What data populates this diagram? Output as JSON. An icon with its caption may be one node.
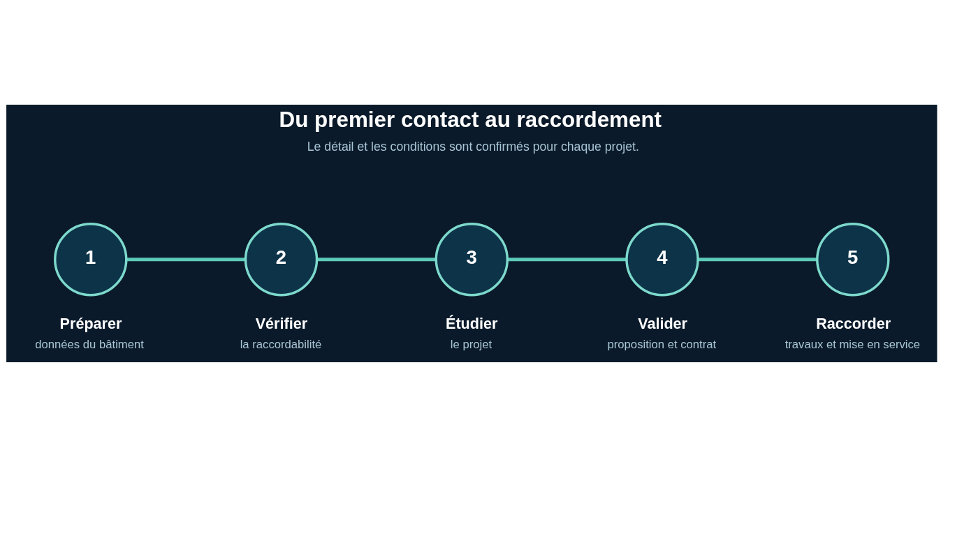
{
  "diagram": {
    "title": "Du premier contact au raccordement",
    "caption": "Le détail et les conditions sont confirmés pour chaque projet.",
    "nodes": [
      {
        "text": [
          "1"
        ],
        "beside": [
          "Préparer",
          "données du bâtiment"
        ]
      },
      {
        "text": [
          "2"
        ],
        "beside": [
          "Vérifier",
          "la raccordabilité"
        ]
      },
      {
        "text": [
          "3"
        ],
        "beside": [
          "Étudier",
          "le projet"
        ]
      },
      {
        "text": [
          "4"
        ],
        "beside": [
          "Valider",
          "proposition et contrat"
        ]
      },
      {
        "text": [
          "5"
        ],
        "beside": [
          "Raccorder",
          "travaux et mise en service"
        ]
      }
    ],
    "edges": [
      {
        "from": 0,
        "to": 1,
        "arrow": "none"
      },
      {
        "from": 1,
        "to": 2,
        "arrow": "none"
      },
      {
        "from": 2,
        "to": 3,
        "arrow": "none"
      },
      {
        "from": 3,
        "to": 4,
        "arrow": "none"
      }
    ]
  }
}
